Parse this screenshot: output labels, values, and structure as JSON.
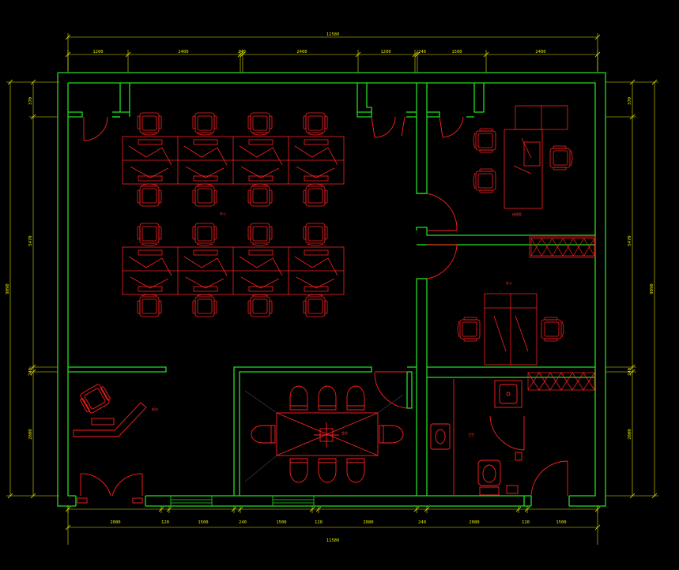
{
  "colors": {
    "background": "#000000",
    "wall": "#22dd22",
    "furniture": "#ff2020",
    "dimension": "#e6e600",
    "cabinet": "#ff2020"
  },
  "dimensions": {
    "top_total": "11580",
    "top_segments": [
      "1200",
      "2400",
      "240",
      "2400",
      "1200",
      "240",
      "1500",
      "2400"
    ],
    "bottom_segments": [
      "2080",
      "120",
      "1500",
      "240",
      "1500",
      "120",
      "2080",
      "240",
      "2080",
      "120",
      "1500"
    ],
    "bottom_total": "11580",
    "left_total": "9090",
    "left_segments": [
      "370",
      "5470",
      "240",
      "2800"
    ],
    "right_total": "9090",
    "right_segments": [
      "370",
      "5470",
      "240",
      "2800"
    ]
  },
  "rooms": {
    "open_office": "办公",
    "manager_office": "经理室",
    "office_2": "办公",
    "meeting_room": "会议",
    "reception": "前台",
    "restroom": "卫生"
  }
}
